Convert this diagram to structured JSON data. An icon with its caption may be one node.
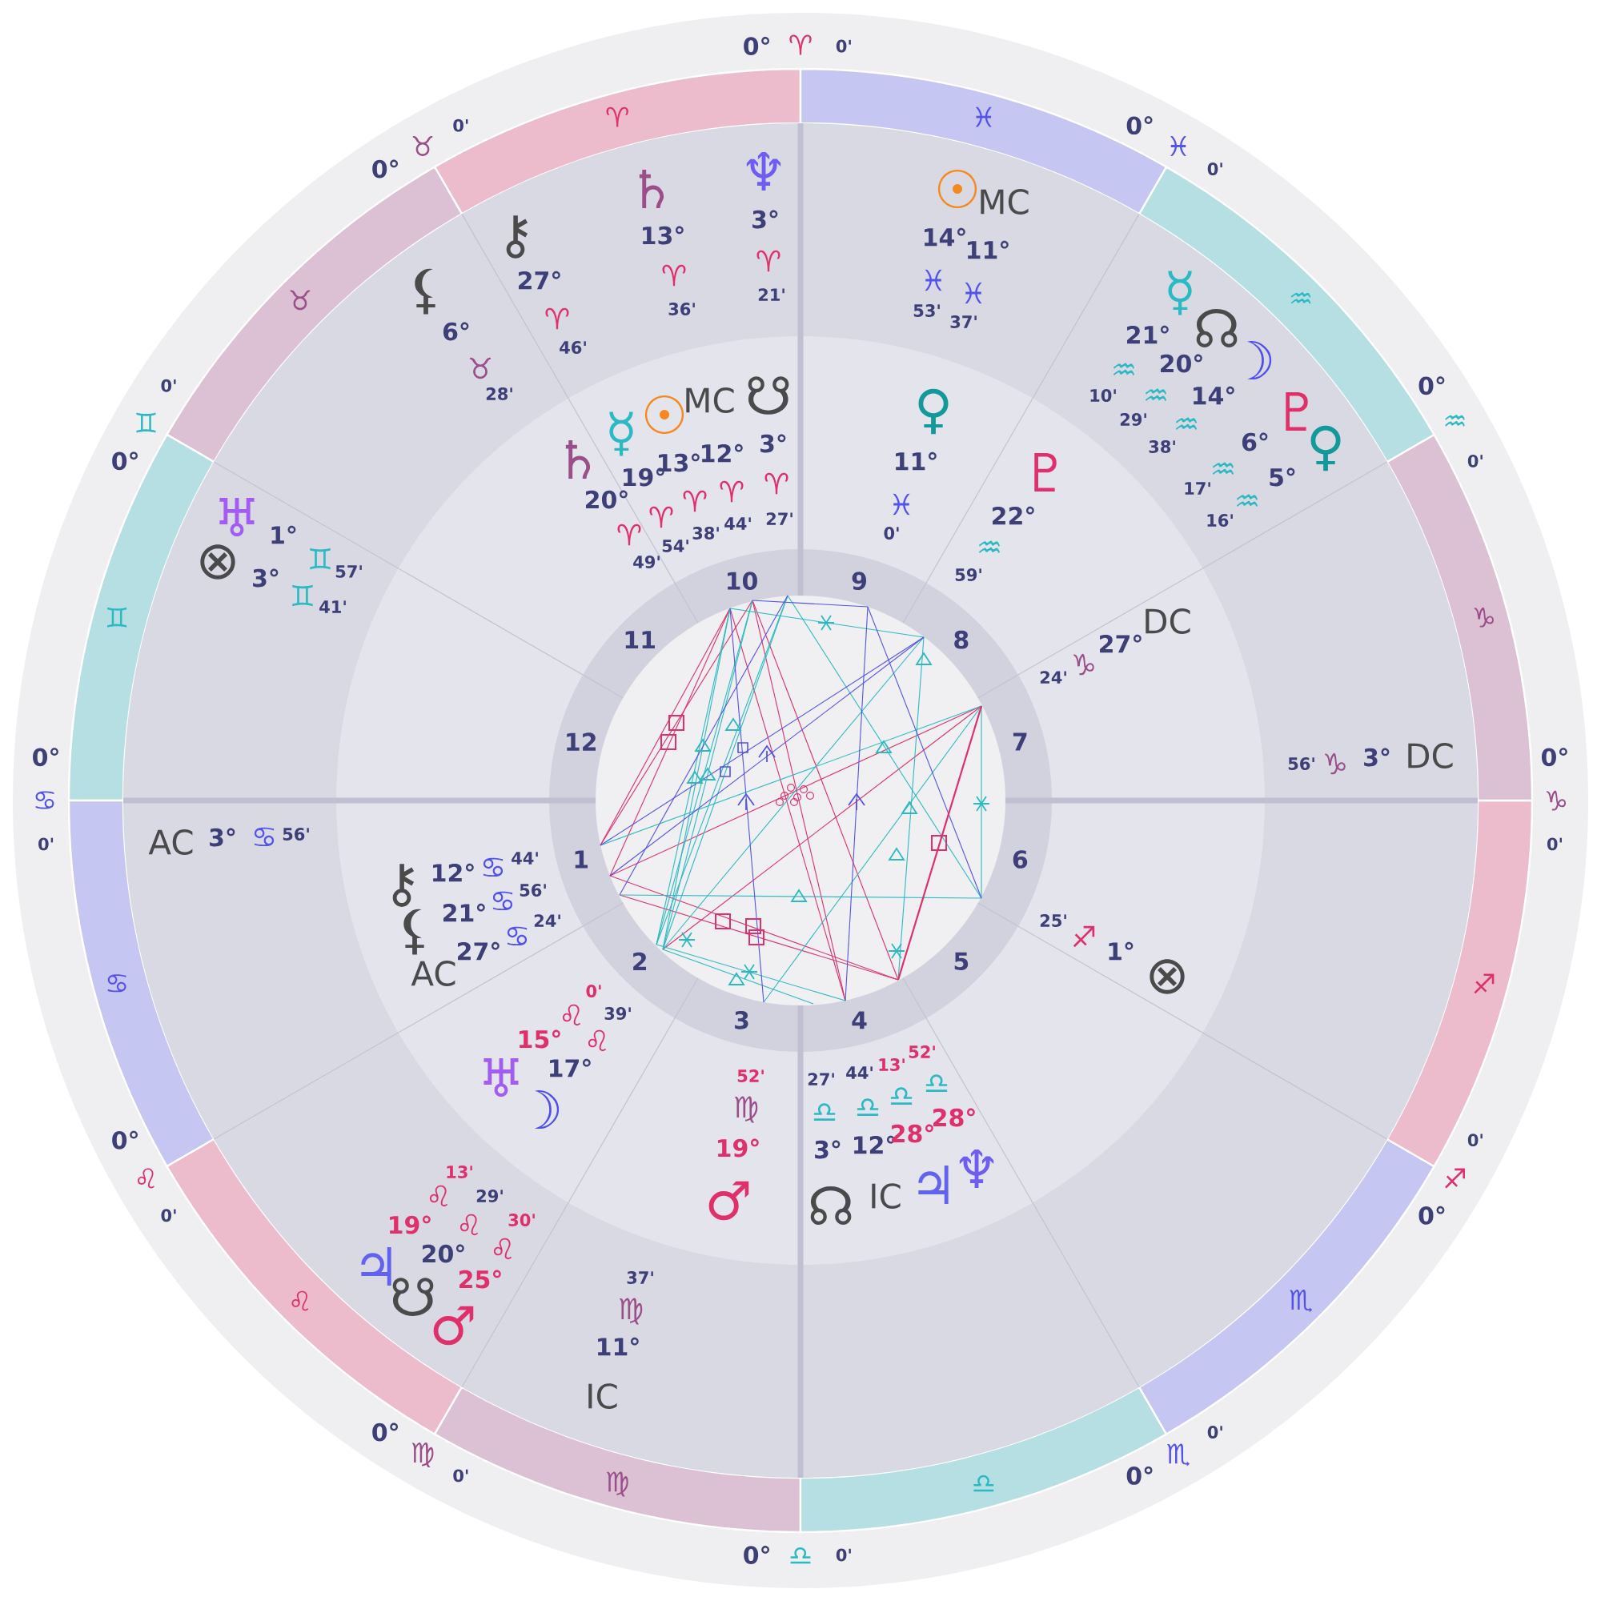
{
  "diagram": {
    "labels": [
      "0°",
      "♈",
      "0'",
      "0°",
      "♉",
      "0'",
      "0°",
      "♊",
      "0'",
      "0°",
      "♋",
      "0'",
      "0°",
      "♌",
      "0'",
      "0°",
      "♍",
      "0'",
      "0°",
      "♎",
      "0'",
      "0°",
      "♏",
      "0'",
      "0°",
      "♐",
      "0'",
      "0°",
      "♑",
      "0'",
      "0°",
      "♒",
      "0'",
      "0°",
      "♓",
      "0'",
      "♈",
      "♉",
      "♊",
      "♋",
      "♌",
      "♍",
      "♎",
      "♏",
      "♐",
      "♑",
      "♒",
      "♓",
      "10",
      "9",
      "11",
      "8",
      "12",
      "7",
      "1",
      "6",
      "2",
      "5",
      "3",
      "4",
      "♄",
      "13°",
      "♈",
      "36'",
      "♆",
      "3°",
      "♈",
      "21'",
      "⚷",
      "27°",
      "♈",
      "46'",
      "⚸",
      "6°",
      "♉",
      "28'",
      "♅",
      "1°",
      "♊",
      "57'",
      "⊗",
      "3°",
      "♊",
      "41'",
      "♄",
      "20°",
      "♈",
      "49'",
      "☿",
      "19°",
      "♈",
      "54'",
      "☉",
      "MC",
      "13°",
      "♈",
      "38'",
      "12°",
      "♈",
      "44'",
      "☋",
      "3°",
      "♈",
      "27'",
      "☉",
      "MC",
      "14°",
      "11°",
      "♓",
      "♓",
      "53'",
      "37'",
      "♀",
      "11°",
      "♓",
      "0'",
      "♇",
      "22°",
      "♒",
      "59'",
      "☿",
      "21°",
      "♒",
      "10'",
      "☊",
      "20°",
      "♒",
      "29'",
      "☽",
      "14°",
      "♒",
      "38'",
      "♇",
      "6°",
      "♒",
      "17'",
      "♀",
      "5°",
      "♒",
      "16'",
      "DC",
      "27°",
      "♑",
      "24'",
      "56'",
      "♑",
      "3°",
      "DC",
      "AC",
      "3°",
      "♋",
      "56'",
      "⚷",
      "12°",
      "♋",
      "44'",
      "21°",
      "♋",
      "56'",
      "⚸",
      "27°",
      "♋",
      "24'",
      "AC",
      "0'",
      "♌",
      "39'",
      "15°",
      "♌",
      "17°",
      "♅",
      "☽",
      "52'",
      "♍",
      "19°",
      "♂",
      "13'",
      "♌",
      "29'",
      "19°",
      "♌",
      "30'",
      "20°",
      "♌",
      "25°",
      "♃",
      "☋",
      "♂",
      "37'",
      "♍",
      "11°",
      "IC",
      "25'",
      "♐",
      "1°",
      "⊗",
      "27'",
      "44'",
      "13'",
      "52'",
      "♎",
      "♎",
      "♎",
      "♎",
      "3°",
      "12°",
      "28°",
      "28°",
      "☊",
      "IC",
      "♃",
      "♆"
    ]
  }
}
